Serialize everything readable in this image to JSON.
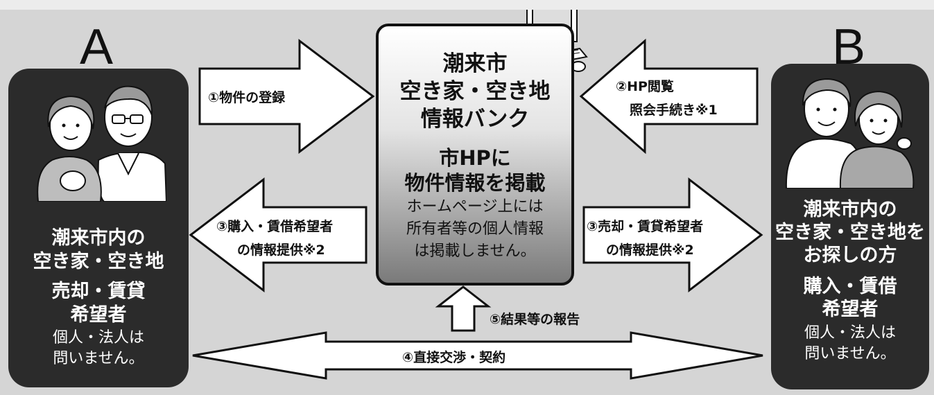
{
  "left_party": {
    "letter": "A",
    "lines_bold": [
      "潮来市内の",
      "空き家・空き地",
      "売却・賃貸",
      "希望者"
    ],
    "lines_note": [
      "個人・法人は",
      "問いません。"
    ]
  },
  "right_party": {
    "letter": "B",
    "lines_bold": [
      "潮来市内の",
      "空き家・空き地を",
      "お探しの方",
      "購入・賃借",
      "希望者"
    ],
    "lines_note": [
      "個人・法人は",
      "問いません。"
    ]
  },
  "center": {
    "title": [
      "潮来市",
      "空き家・空き地",
      "情報バンク"
    ],
    "subtitle": [
      "市HPに",
      "物件情報を掲載"
    ],
    "note": [
      "ホームページ上には",
      "所有者等の個人情報",
      "は掲載しません。"
    ]
  },
  "steps": {
    "s1": "①物件の登録",
    "s2a": "②HP閲覧",
    "s2b": "照会手続き※1",
    "s3_left_a": "③購入・賃借希望者",
    "s3_left_b": "の情報提供※2",
    "s3_right_a": "③売却・賃貸希望者",
    "s3_right_b": "の情報提供※2",
    "s4": "④直接交渉・契約",
    "s5": "⑤結果等の報告"
  },
  "colors": {
    "background": "#d5d5d5",
    "panel": "#2b2b2b",
    "arrow_fill": "#ffffff",
    "outline": "#111111"
  }
}
